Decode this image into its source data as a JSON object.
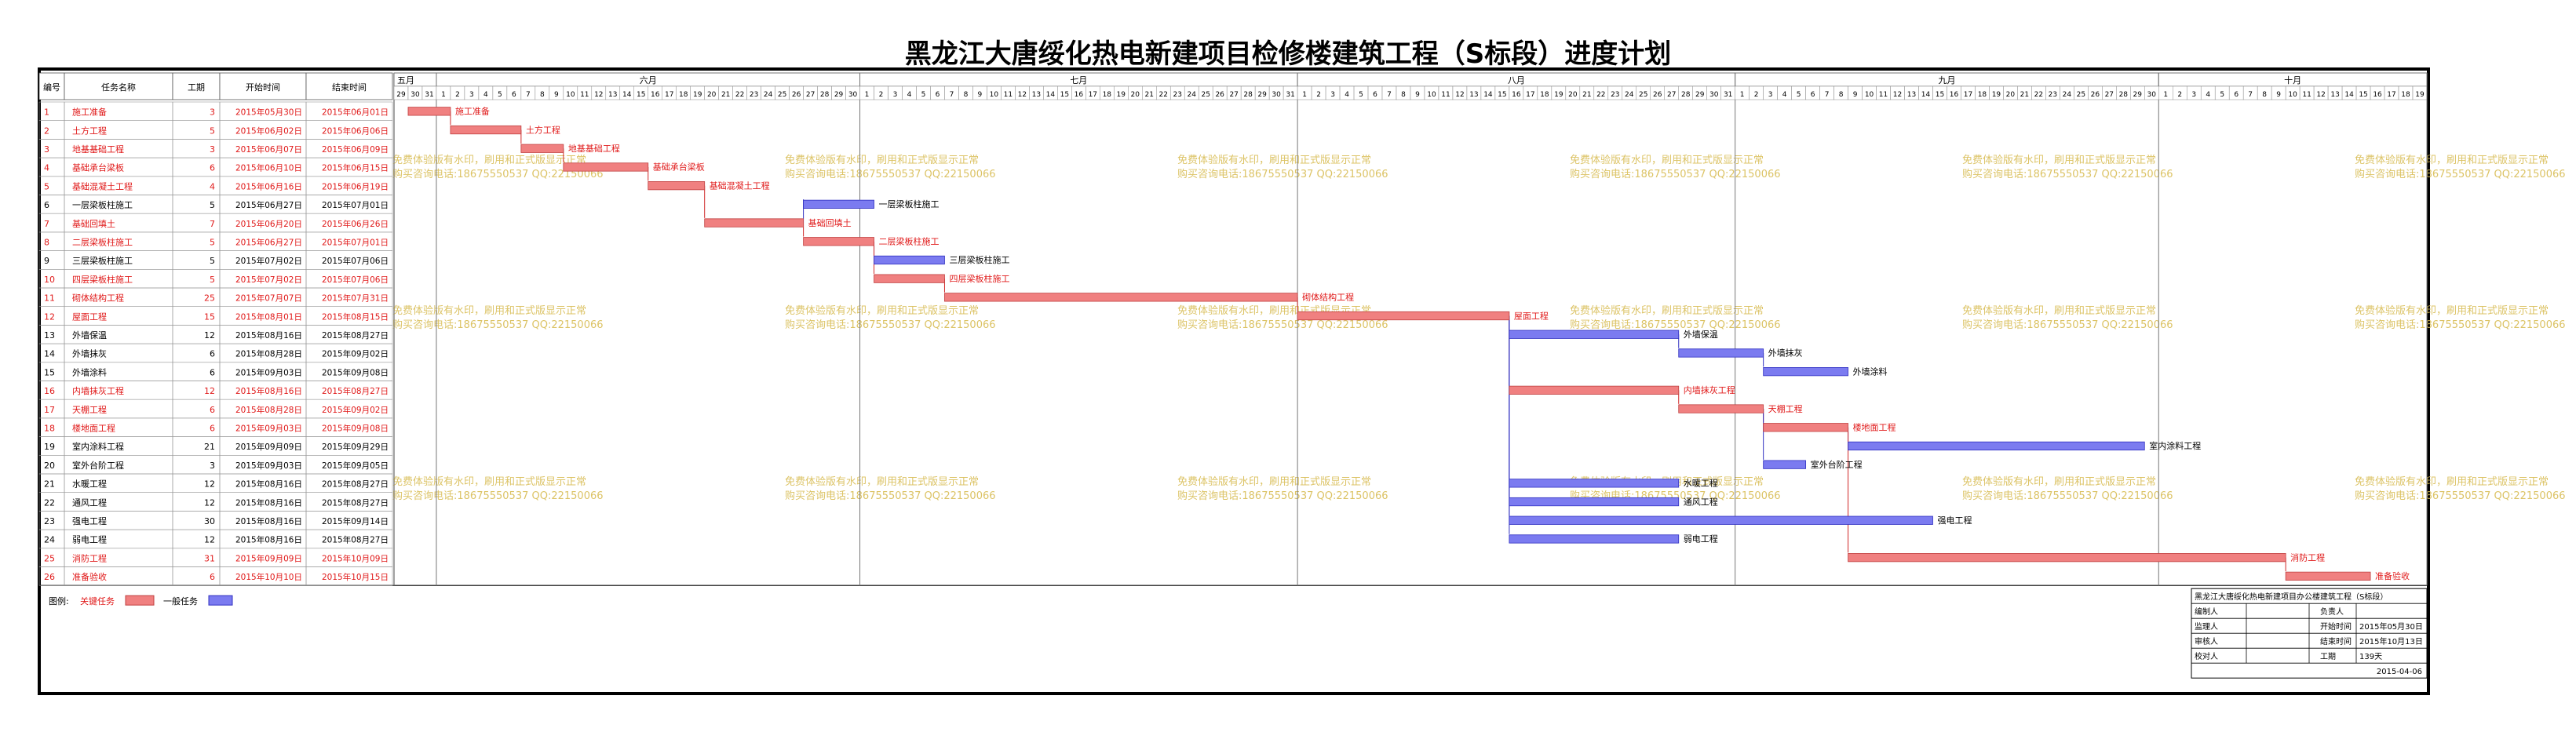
{
  "title": "黑龙江大唐绥化热电新建项目检修楼建筑工程（S标段）进度计划",
  "table_headers": [
    "编号",
    "任务名称",
    "工期",
    "开始时间",
    "结束时间"
  ],
  "months": [
    "五月",
    "六月",
    "七月",
    "八月",
    "九月",
    "十月"
  ],
  "watermark": [
    "免费体验版有水印，刷用和正式版显示正常",
    "购买咨询电话:18675550537 QQ:22150066"
  ],
  "legend": {
    "prefix": "图例:",
    "key_label": "关键任务",
    "normal_label": "一般任务"
  },
  "colors": {
    "key": "#f08080",
    "key_text": "#e01818",
    "normal": "#7b7bf0",
    "normal_text": "#000000",
    "watermark": "#d6b84a"
  },
  "info_box": {
    "title": "黑龙江大唐绥化热电新建项目办公楼建筑工程（S标段）",
    "rows": [
      [
        "编制人",
        "",
        "负责人",
        ""
      ],
      [
        "监理人",
        "",
        "开始时间",
        "2015年05月30日"
      ],
      [
        "审核人",
        "",
        "结束时间",
        "2015年10月13日"
      ],
      [
        "校对人",
        "",
        "工期",
        "139天"
      ]
    ],
    "date": "2015-04-06"
  },
  "chart_data": {
    "type": "gantt",
    "title": "黑龙江大唐绥化热电新建项目检修楼建筑工程（S标段）进度计划",
    "axis_start": "2015-05-29",
    "axis_end": "2015-10-19",
    "tasks": [
      {
        "id": "1",
        "name": "施工准备",
        "duration": "3",
        "start": "2015年05月30日",
        "end": "2015年06月01日",
        "s": "2015-05-30",
        "e": "2015-06-01",
        "critical": true
      },
      {
        "id": "2",
        "name": "土方工程",
        "duration": "5",
        "start": "2015年06月02日",
        "end": "2015年06月06日",
        "s": "2015-06-02",
        "e": "2015-06-06",
        "critical": true
      },
      {
        "id": "3",
        "name": "地基基础工程",
        "duration": "3",
        "start": "2015年06月07日",
        "end": "2015年06月09日",
        "s": "2015-06-07",
        "e": "2015-06-09",
        "critical": true
      },
      {
        "id": "4",
        "name": "基础承台梁板",
        "duration": "6",
        "start": "2015年06月10日",
        "end": "2015年06月15日",
        "s": "2015-06-10",
        "e": "2015-06-15",
        "critical": true
      },
      {
        "id": "5",
        "name": "基础混凝土工程",
        "duration": "4",
        "start": "2015年06月16日",
        "end": "2015年06月19日",
        "s": "2015-06-16",
        "e": "2015-06-19",
        "critical": true
      },
      {
        "id": "6",
        "name": "一层梁板柱施工",
        "duration": "5",
        "start": "2015年06月27日",
        "end": "2015年07月01日",
        "s": "2015-06-27",
        "e": "2015-07-01",
        "critical": false
      },
      {
        "id": "7",
        "name": "基础回填土",
        "duration": "7",
        "start": "2015年06月20日",
        "end": "2015年06月26日",
        "s": "2015-06-20",
        "e": "2015-06-26",
        "critical": true
      },
      {
        "id": "8",
        "name": "二层梁板柱施工",
        "duration": "5",
        "start": "2015年06月27日",
        "end": "2015年07月01日",
        "s": "2015-06-27",
        "e": "2015-07-01",
        "critical": true
      },
      {
        "id": "9",
        "name": "三层梁板柱施工",
        "duration": "5",
        "start": "2015年07月02日",
        "end": "2015年07月06日",
        "s": "2015-07-02",
        "e": "2015-07-06",
        "critical": false
      },
      {
        "id": "10",
        "name": "四层梁板柱施工",
        "duration": "5",
        "start": "2015年07月02日",
        "end": "2015年07月06日",
        "s": "2015-07-02",
        "e": "2015-07-06",
        "critical": true
      },
      {
        "id": "11",
        "name": "砌体结构工程",
        "duration": "25",
        "start": "2015年07月07日",
        "end": "2015年07月31日",
        "s": "2015-07-07",
        "e": "2015-07-31",
        "critical": true
      },
      {
        "id": "12",
        "name": "屋面工程",
        "duration": "15",
        "start": "2015年08月01日",
        "end": "2015年08月15日",
        "s": "2015-08-01",
        "e": "2015-08-15",
        "critical": true
      },
      {
        "id": "13",
        "name": "外墙保温",
        "duration": "12",
        "start": "2015年08月16日",
        "end": "2015年08月27日",
        "s": "2015-08-16",
        "e": "2015-08-27",
        "critical": false
      },
      {
        "id": "14",
        "name": "外墙抹灰",
        "duration": "6",
        "start": "2015年08月28日",
        "end": "2015年09月02日",
        "s": "2015-08-28",
        "e": "2015-09-02",
        "critical": false
      },
      {
        "id": "15",
        "name": "外墙涂料",
        "duration": "6",
        "start": "2015年09月03日",
        "end": "2015年09月08日",
        "s": "2015-09-03",
        "e": "2015-09-08",
        "critical": false
      },
      {
        "id": "16",
        "name": "内墙抹灰工程",
        "duration": "12",
        "start": "2015年08月16日",
        "end": "2015年08月27日",
        "s": "2015-08-16",
        "e": "2015-08-27",
        "critical": true
      },
      {
        "id": "17",
        "name": "天棚工程",
        "duration": "6",
        "start": "2015年08月28日",
        "end": "2015年09月02日",
        "s": "2015-08-28",
        "e": "2015-09-02",
        "critical": true
      },
      {
        "id": "18",
        "name": "楼地面工程",
        "duration": "6",
        "start": "2015年09月03日",
        "end": "2015年09月08日",
        "s": "2015-09-03",
        "e": "2015-09-08",
        "critical": true
      },
      {
        "id": "19",
        "name": "室内涂料工程",
        "duration": "21",
        "start": "2015年09月09日",
        "end": "2015年09月29日",
        "s": "2015-09-09",
        "e": "2015-09-29",
        "critical": false
      },
      {
        "id": "20",
        "name": "室外台阶工程",
        "duration": "3",
        "start": "2015年09月03日",
        "end": "2015年09月05日",
        "s": "2015-09-03",
        "e": "2015-09-05",
        "critical": false
      },
      {
        "id": "21",
        "name": "水暖工程",
        "duration": "12",
        "start": "2015年08月16日",
        "end": "2015年08月27日",
        "s": "2015-08-16",
        "e": "2015-08-27",
        "critical": false
      },
      {
        "id": "22",
        "name": "通风工程",
        "duration": "12",
        "start": "2015年08月16日",
        "end": "2015年08月27日",
        "s": "2015-08-16",
        "e": "2015-08-27",
        "critical": false
      },
      {
        "id": "23",
        "name": "强电工程",
        "duration": "30",
        "start": "2015年08月16日",
        "end": "2015年09月14日",
        "s": "2015-08-16",
        "e": "2015-09-14",
        "critical": false
      },
      {
        "id": "24",
        "name": "弱电工程",
        "duration": "12",
        "start": "2015年08月16日",
        "end": "2015年08月27日",
        "s": "2015-08-16",
        "e": "2015-08-27",
        "critical": false
      },
      {
        "id": "25",
        "name": "消防工程",
        "duration": "31",
        "start": "2015年09月09日",
        "end": "2015年10月09日",
        "s": "2015-09-09",
        "e": "2015-10-09",
        "critical": true
      },
      {
        "id": "26",
        "name": "准备验收",
        "duration": "6",
        "start": "2015年10月10日",
        "end": "2015年10月15日",
        "s": "2015-10-10",
        "e": "2015-10-15",
        "critical": true
      }
    ]
  }
}
